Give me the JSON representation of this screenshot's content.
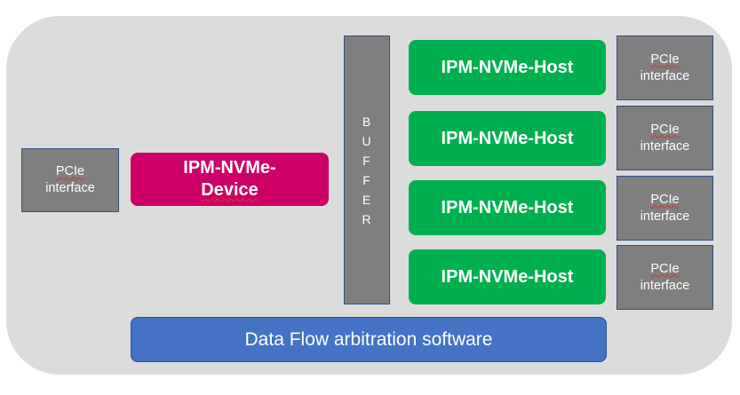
{
  "left_pcie": {
    "line1": "PCIe",
    "line2": "interface"
  },
  "device": {
    "line1": "IPM-NVMe-",
    "line2": "Device"
  },
  "buffer": {
    "letters": [
      "B",
      "U",
      "F",
      "F",
      "E",
      "R"
    ]
  },
  "hosts": [
    {
      "label": "IPM-NVMe-Host"
    },
    {
      "label": "IPM-NVMe-Host"
    },
    {
      "label": "IPM-NVMe-Host"
    },
    {
      "label": "IPM-NVMe-Host"
    }
  ],
  "right_pcie": [
    {
      "line1": "PCIe",
      "line2": "interface"
    },
    {
      "line1": "PCIe",
      "line2": "interface"
    },
    {
      "line1": "PCIe",
      "line2": "interface"
    },
    {
      "line1": "PCIe",
      "line2": "interface"
    }
  ],
  "software": {
    "label": "Data Flow arbitration software"
  },
  "colors": {
    "background": "#dcdcdc",
    "interface_gray": "#7f7f7f",
    "host_green": "#00b050",
    "device_magenta": "#cc0066",
    "software_blue": "#4472c4"
  }
}
